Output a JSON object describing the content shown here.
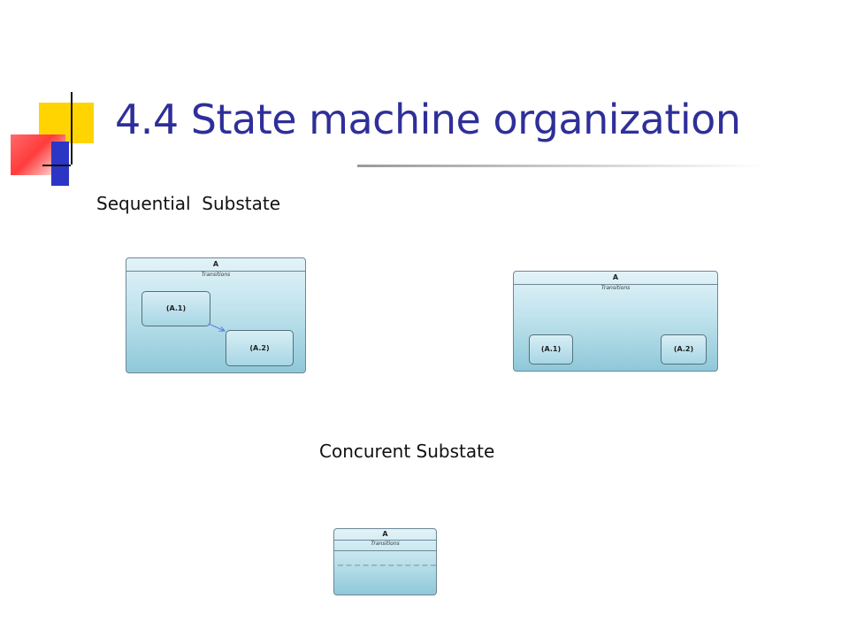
{
  "slide": {
    "title": "4.4 State machine organization",
    "sequential_label": "Sequential  Substate",
    "concurrent_label": "Concurent Substate"
  },
  "diagrams": {
    "left": {
      "state": "A",
      "compartment": "Transitions",
      "substates": [
        "(A.1)",
        "(A.2)"
      ]
    },
    "right": {
      "state": "A",
      "compartment": "Transitions",
      "substates": [
        "(A.1)",
        "(A.2)"
      ]
    },
    "bottom": {
      "state": "A",
      "compartment": "Transitions"
    }
  },
  "colors": {
    "title": "#2f2f9a",
    "arrow": "#5b7fe0",
    "state_fill": "#a9d8e6"
  }
}
